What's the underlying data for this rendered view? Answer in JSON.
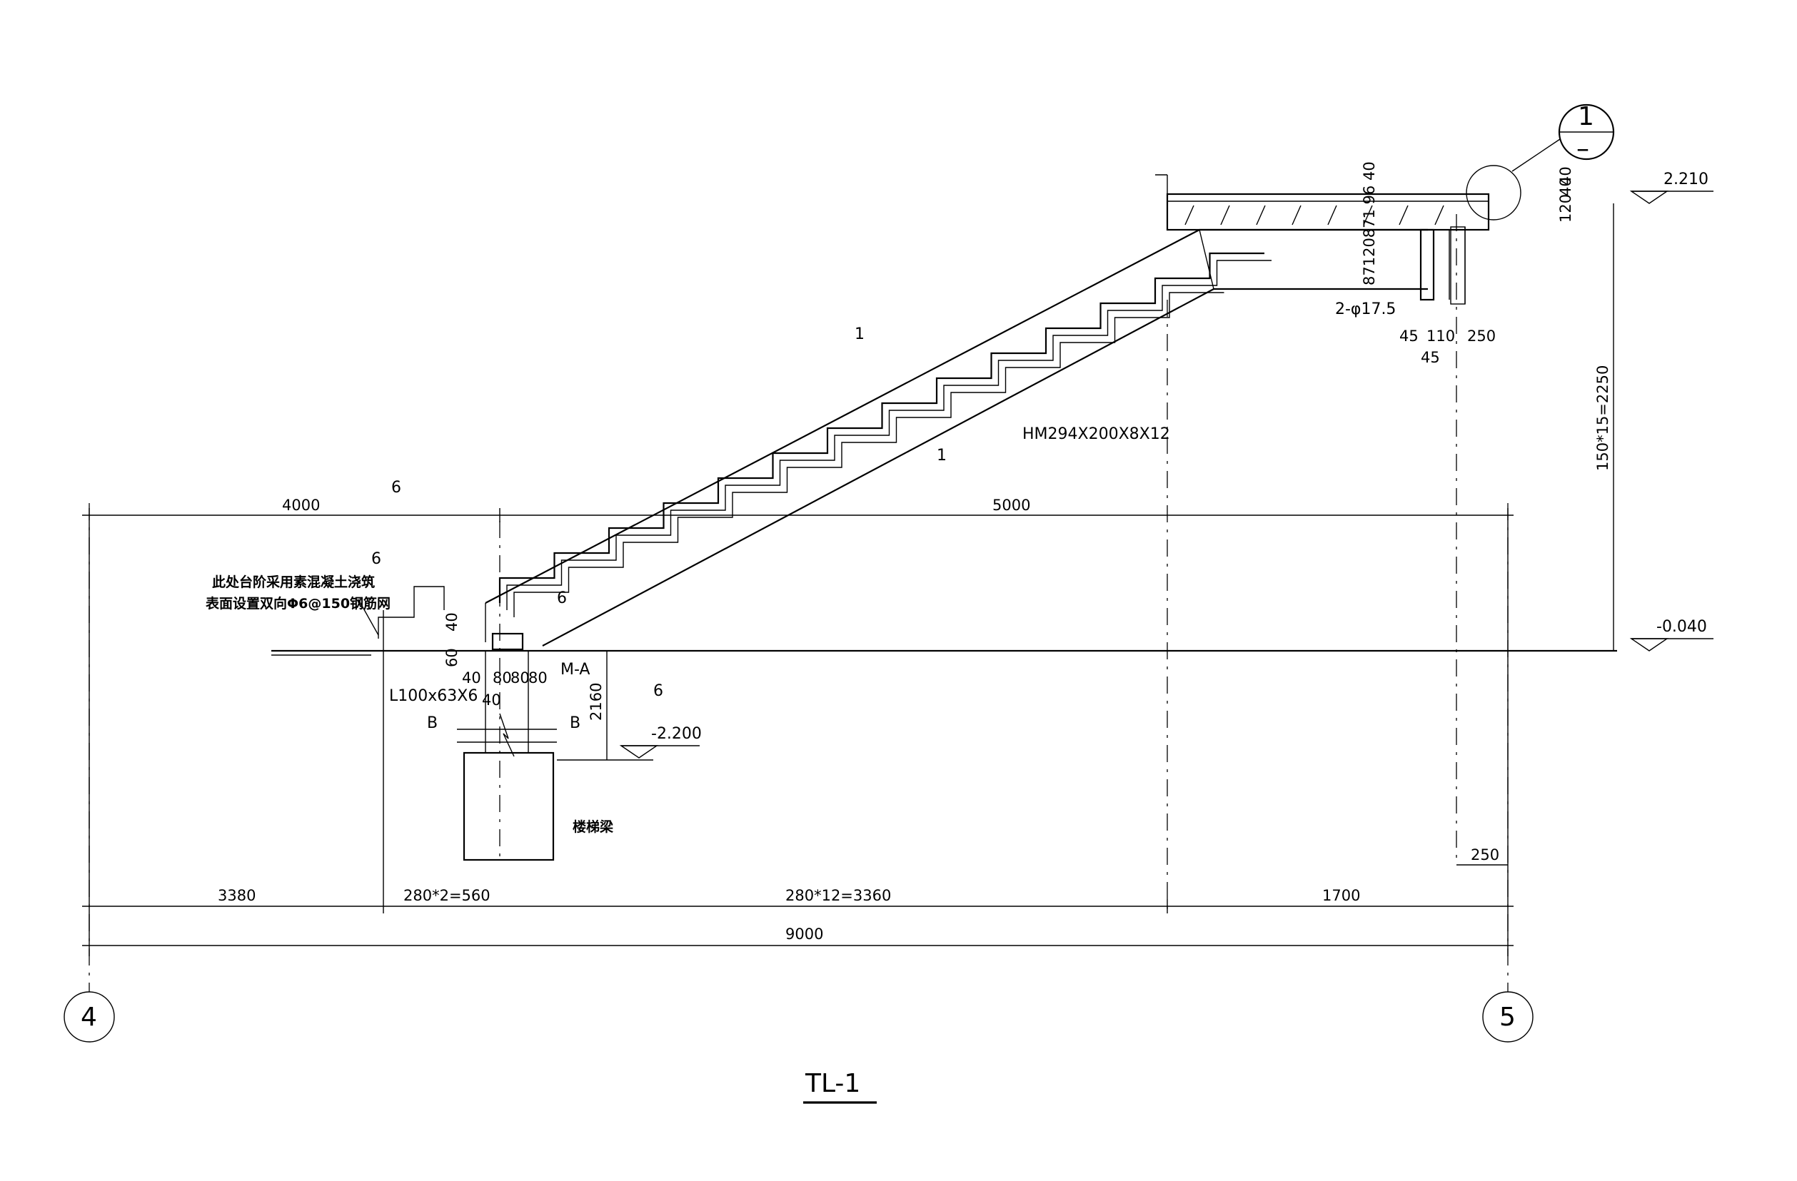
{
  "drawing": {
    "title": "TL-1",
    "grid_axes": {
      "left": "4",
      "right": "5"
    },
    "detail_callout": {
      "number": "1",
      "sheet": "–"
    },
    "elevations": {
      "top": "2.210",
      "ground": "-0.040",
      "foundation": "-2.200"
    },
    "dimensions": {
      "upper_left": "4000",
      "upper_right": "5000",
      "bottom_1": "3380",
      "bottom_2": "280*2=560",
      "bottom_3": "280*12=3360",
      "bottom_4": "1700",
      "total": "9000",
      "height": "150*15=2250",
      "column_width": "250",
      "foundation_depth": "2160",
      "base_dims": [
        "40",
        "80",
        "80",
        "80",
        "40"
      ],
      "base_small": [
        "40",
        "60"
      ],
      "landing_thk": [
        "40",
        "120",
        "40"
      ],
      "plate_v": "87120871 96 40",
      "plate_h": [
        "45",
        "110",
        "250",
        "45"
      ]
    },
    "labels": {
      "beam": "HM294X200X8X12",
      "angle": "L100x63X6",
      "plate": "M-A",
      "bolts": "2-φ17.5",
      "section_mark": "1",
      "section_b": "B",
      "weld": "6",
      "stair_beam": "楼梯梁",
      "note_line1": "此处台阶采用素混凝土浇筑",
      "note_line2": "表面设置双向Φ6@150钢筋网"
    }
  }
}
